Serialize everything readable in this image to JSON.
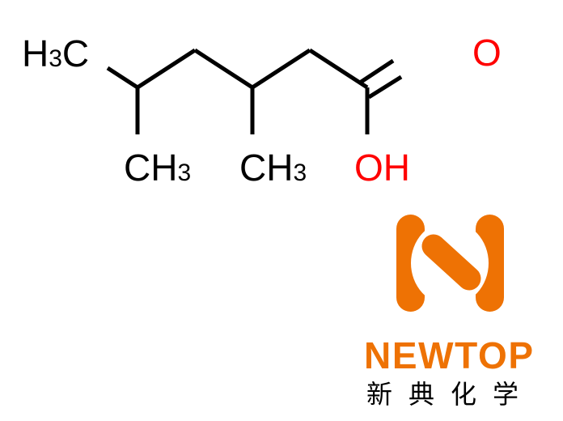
{
  "molecule": {
    "labels": {
      "methyl_top": {
        "main": "H",
        "sub": "3",
        "tail": "C"
      },
      "methyl_1": {
        "main": "CH",
        "sub": "3"
      },
      "methyl_2": {
        "main": "CH",
        "sub": "3"
      },
      "carbonyl_o": "O",
      "hydroxyl": "OH"
    },
    "colors": {
      "bond": "#000000",
      "carbon_label": "#000000",
      "oxygen_label": "#ff0000"
    }
  },
  "logo": {
    "brand": "NEWTOP",
    "chinese": "新典化学",
    "colors": {
      "brand": "#ee7204",
      "chinese": "#000000"
    },
    "icon": "newtop-n-logo-icon"
  }
}
